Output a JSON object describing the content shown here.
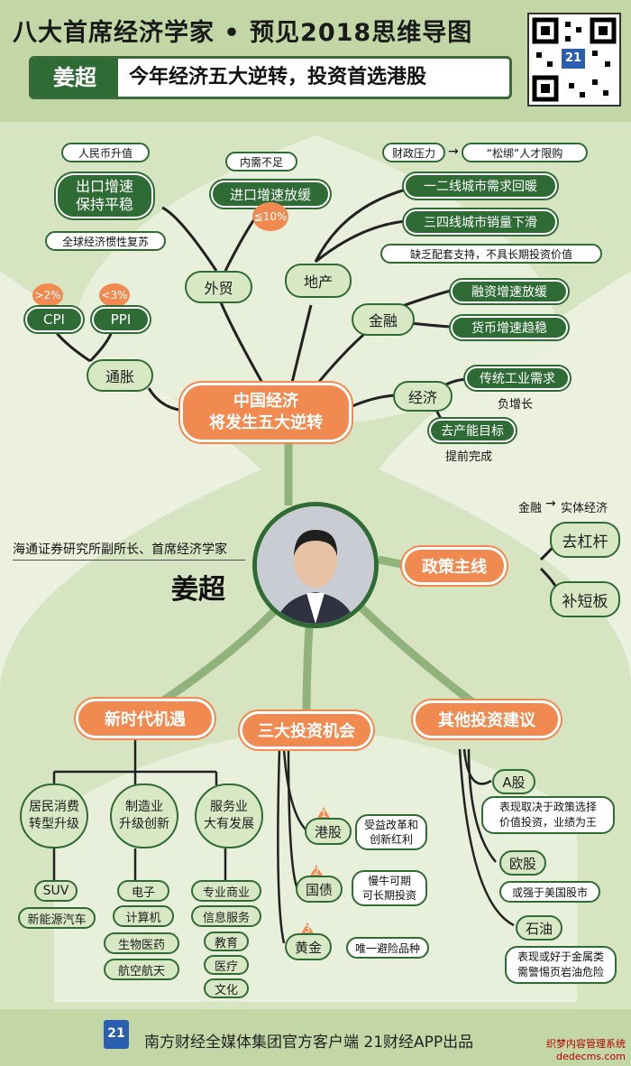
{
  "header": {
    "title": "八大首席经济学家 • 预见2018思维导图",
    "name": "姜超",
    "subtitle": "今年经济五大逆转，投资首选港股",
    "qr_logo": "21"
  },
  "center": {
    "affiliation": "海通证券研究所副所长、首席经济学家",
    "name": "姜超"
  },
  "main_node": "中国经济\n将发生五大逆转",
  "trade": {
    "label": "外贸",
    "export": "出口增速\n保持平稳",
    "rmb": "人民币升值",
    "global": "全球经济惯性复苏",
    "import": "进口增速放缓",
    "domestic": "内需不足",
    "pct": "≦10%"
  },
  "inflation": {
    "label": "通胀",
    "cpi": "CPI",
    "cpi_val": ">2%",
    "ppi": "PPI",
    "ppi_val": "<3%"
  },
  "realestate": {
    "label": "地产",
    "fiscal": "财政压力",
    "binding": "“松绑”人才限购",
    "tier12": "一二线城市需求回暖",
    "tier34": "三四线城市销量下滑",
    "lack": "缺乏配套支持，不具长期投资价值"
  },
  "finance": {
    "label": "金融",
    "a": "融资增速放缓",
    "b": "货币增速趋稳"
  },
  "economy": {
    "label": "经济",
    "a": "传统工业需求",
    "a2": "负增长",
    "b": "去产能目标",
    "b2": "提前完成"
  },
  "policy": {
    "label": "政策主线",
    "flow_a": "金融",
    "flow_b": "实体经济",
    "a": "去杠杆",
    "b": "补短板"
  },
  "new_era": {
    "label": "新时代机遇",
    "c1": "居民消费\n转型升级",
    "c2": "制造业\n升级创新",
    "c3": "服务业\n大有发展",
    "l1": [
      "SUV",
      "新能源汽车"
    ],
    "l2": [
      "电子",
      "计算机",
      "生物医药",
      "航空航天"
    ],
    "l3": [
      "专业商业",
      "信息服务",
      "教育",
      "医疗",
      "文化"
    ]
  },
  "invest": {
    "label": "三大投资机会",
    "items": [
      {
        "n": "1",
        "name": "港股",
        "desc": "受益改革和\n创新红利"
      },
      {
        "n": "2",
        "name": "国债",
        "desc": "慢牛可期\n可长期投资"
      },
      {
        "n": "3",
        "name": "黄金",
        "desc": "唯一避险品种"
      }
    ]
  },
  "other": {
    "label": "其他投资建议",
    "a": "A股",
    "a_desc": "表现取决于政策选择\n价值投资，业绩为王",
    "b": "欧股",
    "b_desc": "或强于美国股市",
    "c": "石油",
    "c_desc": "表现或好于金属类\n需警惕页岩油危险"
  },
  "footer": {
    "logo": "21",
    "text": "南方财经全媒体集团官方客户端   21财经APP出品",
    "watermark": "织梦内容管理系统\ndedecms.com"
  },
  "colors": {
    "dark_green": "#2f6b35",
    "light_green": "#c3d7a6",
    "orange": "#f08a50"
  }
}
